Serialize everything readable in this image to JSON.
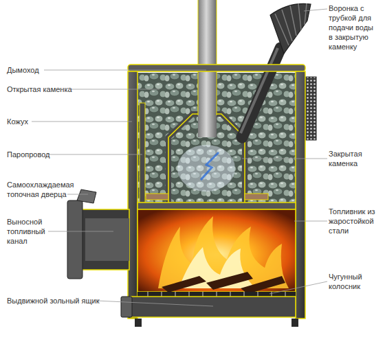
{
  "diagram": {
    "labels": [
      "Воронка с трубкой для подачи воды в закрытую каменку",
      "Дымоход",
      "Открытая каменка",
      "Кожух",
      "Паропровод",
      "Закрытая каменка",
      "Самоохлаждаемая топочная дверца",
      "Топливник из жаростойкой стали",
      "Выносной топливный канал",
      "Чугунный колосник",
      "Выдвижной зольный ящик"
    ]
  }
}
